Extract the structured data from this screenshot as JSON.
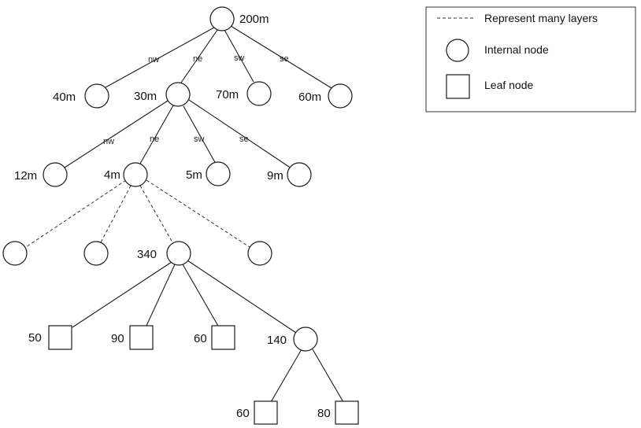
{
  "tree": {
    "root": {
      "label": "200m"
    },
    "level1": [
      {
        "label": "40m",
        "edge": "nw"
      },
      {
        "label": "30m",
        "edge": "ne"
      },
      {
        "label": "70m",
        "edge": "sw"
      },
      {
        "label": "60m",
        "edge": "se"
      }
    ],
    "level2": [
      {
        "label": "12m",
        "edge": "nw"
      },
      {
        "label": "4m",
        "edge": "ne"
      },
      {
        "label": "5m",
        "edge": "sw"
      },
      {
        "label": "9m",
        "edge": "se"
      }
    ],
    "level3": [
      {
        "label": ""
      },
      {
        "label": ""
      },
      {
        "label": "340"
      },
      {
        "label": ""
      }
    ],
    "level4": [
      {
        "label": "50",
        "kind": "leaf"
      },
      {
        "label": "90",
        "kind": "leaf"
      },
      {
        "label": "60",
        "kind": "leaf"
      },
      {
        "label": "140",
        "kind": "internal"
      }
    ],
    "level5": [
      {
        "label": "60",
        "kind": "leaf"
      },
      {
        "label": "80",
        "kind": "leaf"
      }
    ]
  },
  "legend": {
    "dashed": "Represent many layers",
    "internal": "Internal node",
    "leaf": "Leaf node"
  }
}
